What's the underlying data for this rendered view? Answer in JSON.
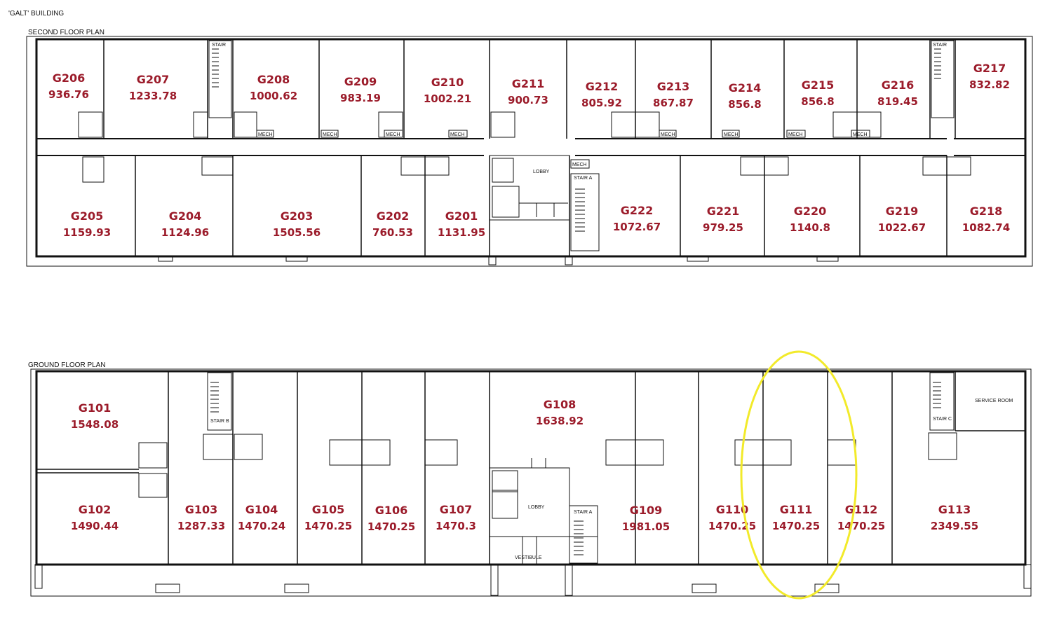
{
  "building_title": "'GALT' BUILDING",
  "floors": [
    {
      "title": "SECOND FLOOR PLAN",
      "rooms": [
        {
          "id": "G206",
          "area": "936.76"
        },
        {
          "id": "G207",
          "area": "1233.78"
        },
        {
          "id": "G208",
          "area": "1000.62"
        },
        {
          "id": "G209",
          "area": "983.19"
        },
        {
          "id": "G210",
          "area": "1002.21"
        },
        {
          "id": "G211",
          "area": "900.73"
        },
        {
          "id": "G212",
          "area": "805.92"
        },
        {
          "id": "G213",
          "area": "867.87"
        },
        {
          "id": "G214",
          "area": "856.8"
        },
        {
          "id": "G215",
          "area": "856.8"
        },
        {
          "id": "G216",
          "area": "819.45"
        },
        {
          "id": "G217",
          "area": "832.82"
        },
        {
          "id": "G205",
          "area": "1159.93"
        },
        {
          "id": "G204",
          "area": "1124.96"
        },
        {
          "id": "G203",
          "area": "1505.56"
        },
        {
          "id": "G202",
          "area": "760.53"
        },
        {
          "id": "G201",
          "area": "1131.95"
        },
        {
          "id": "G222",
          "area": "1072.67"
        },
        {
          "id": "G221",
          "area": "979.25"
        },
        {
          "id": "G220",
          "area": "1140.8"
        },
        {
          "id": "G219",
          "area": "1022.67"
        },
        {
          "id": "G218",
          "area": "1082.74"
        }
      ],
      "labels": {
        "lobby": "LOBBY",
        "stair_a": "STAIR A",
        "stair": "STAIR",
        "mech": "MECH"
      }
    },
    {
      "title": "GROUND FLOOR PLAN",
      "rooms": [
        {
          "id": "G101",
          "area": "1548.08"
        },
        {
          "id": "G108",
          "area": "1638.92"
        },
        {
          "id": "G102",
          "area": "1490.44"
        },
        {
          "id": "G103",
          "area": "1287.33"
        },
        {
          "id": "G104",
          "area": "1470.24"
        },
        {
          "id": "G105",
          "area": "1470.25"
        },
        {
          "id": "G106",
          "area": "1470.25"
        },
        {
          "id": "G107",
          "area": "1470.3"
        },
        {
          "id": "G109",
          "area": "1981.05"
        },
        {
          "id": "G110",
          "area": "1470.25"
        },
        {
          "id": "G111",
          "area": "1470.25"
        },
        {
          "id": "G112",
          "area": "1470.25"
        },
        {
          "id": "G113",
          "area": "2349.55"
        }
      ],
      "labels": {
        "lobby": "LOBBY",
        "vestibule": "VESTIBULE",
        "stair_a": "STAIR A",
        "stair_b": "STAIR B",
        "stair_c": "STAIR C",
        "service_room": "SERVICE ROOM"
      }
    }
  ],
  "highlight": {
    "room": "G111",
    "color": "#f2ea2a"
  },
  "colors": {
    "room_label": "#9b1b2a",
    "wall": "#111111"
  }
}
